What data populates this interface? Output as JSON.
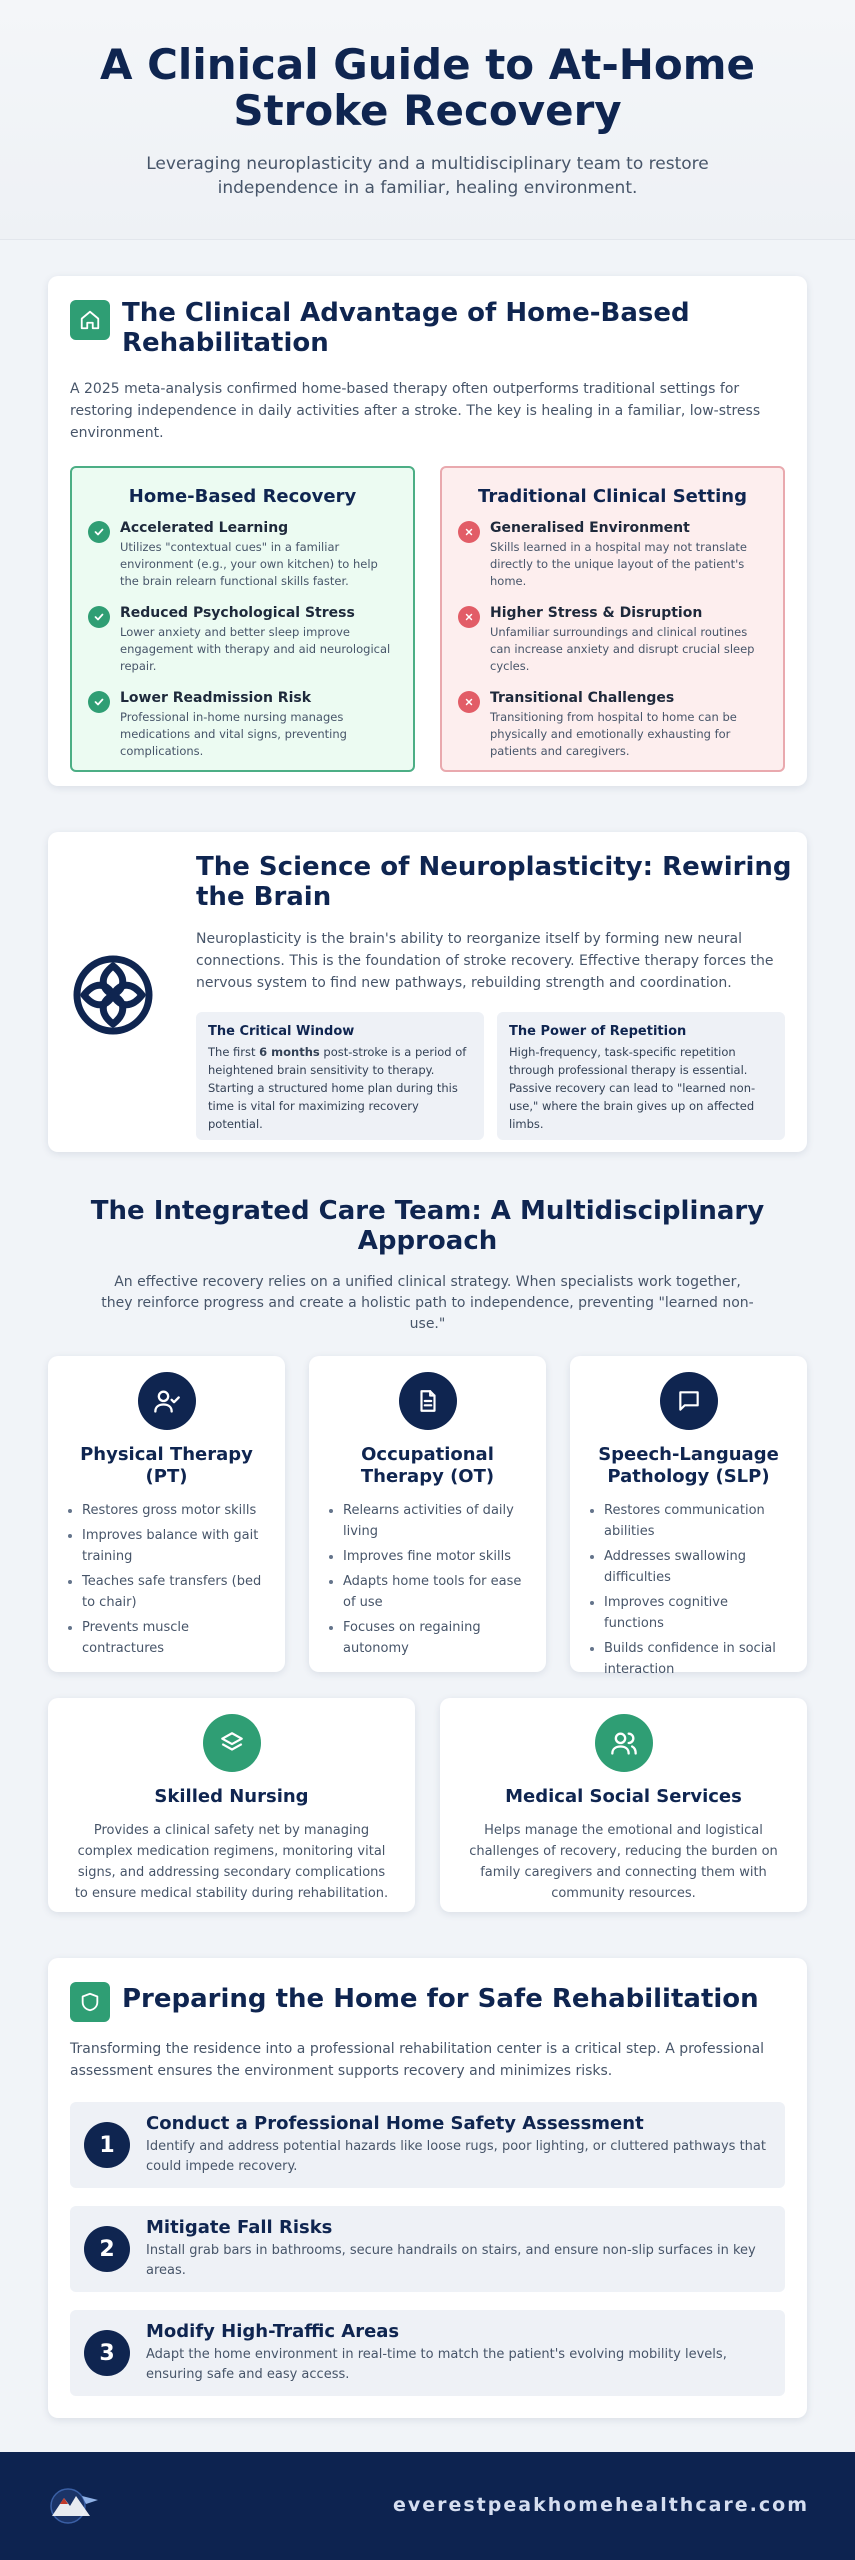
{
  "hero": {
    "title": "A Clinical Guide to At-Home Stroke Recovery",
    "subtitle": "Leveraging neuroplasticity and a multidisciplinary team to restore independence in a familiar, healing environment."
  },
  "advantage": {
    "icon": "home-icon",
    "title": "The Clinical Advantage of Home-Based Rehabilitation",
    "intro": "A 2025 meta-analysis confirmed home-based therapy often outperforms traditional settings for restoring independence in daily activities after a stroke. The key is healing in a familiar, low-stress environment.",
    "home": {
      "title": "Home-Based Recovery",
      "points": [
        {
          "title": "Accelerated Learning",
          "desc": "Utilizes \"contextual cues\" in a familiar environment (e.g., your own kitchen) to help the brain relearn functional skills faster."
        },
        {
          "title": "Reduced Psychological Stress",
          "desc": "Lower anxiety and better sleep improve engagement with therapy and aid neurological repair."
        },
        {
          "title": "Lower Readmission Risk",
          "desc": "Professional in-home nursing manages medications and vital signs, preventing complications."
        }
      ]
    },
    "clinic": {
      "title": "Traditional Clinical Setting",
      "points": [
        {
          "title": "Generalised Environment",
          "desc": "Skills learned in a hospital may not translate directly to the unique layout of the patient's home."
        },
        {
          "title": "Higher Stress & Disruption",
          "desc": "Unfamiliar surroundings and clinical routines can increase anxiety and disrupt crucial sleep cycles."
        },
        {
          "title": "Transitional Challenges",
          "desc": "Transitioning from hospital to home can be physically and emotionally exhausting for patients and caregivers."
        }
      ]
    }
  },
  "neuro": {
    "icon": "brain-icon",
    "title": "The Science of Neuroplasticity: Rewiring the Brain",
    "intro": "Neuroplasticity is the brain's ability to reorganize itself by forming new neural connections. This is the foundation of stroke recovery. Effective therapy forces the nervous system to find new pathways, rebuilding strength and coordination.",
    "window": {
      "title": "The Critical Window",
      "pre": "The first ",
      "bold": "6 months",
      "post": " post-stroke is a period of heightened brain sensitivity to therapy. Starting a structured home plan during this time is vital for maximizing recovery potential."
    },
    "repetition": {
      "title": "The Power of Repetition",
      "desc": "High-frequency, task-specific repetition through professional therapy is essential. Passive recovery can lead to \"learned non-use,\" where the brain gives up on affected limbs."
    }
  },
  "team": {
    "title": "The Integrated Care Team: A Multidisciplinary Approach",
    "intro": "An effective recovery relies on a unified clinical strategy. When specialists work together, they reinforce progress and create a holistic path to independence, preventing \"learned non-use.\"",
    "pt": {
      "icon": "user-check-icon",
      "title": "Physical Therapy (PT)",
      "items": [
        "Restores gross motor skills",
        "Improves balance with gait training",
        "Teaches safe transfers (bed to chair)",
        "Prevents muscle contractures"
      ]
    },
    "ot": {
      "icon": "document-icon",
      "title": "Occupational Therapy (OT)",
      "items": [
        "Relearns activities of daily living",
        "Improves fine motor skills",
        "Adapts home tools for ease of use",
        "Focuses on regaining autonomy"
      ]
    },
    "slp": {
      "icon": "chat-bubble-icon",
      "title": "Speech-Language Pathology (SLP)",
      "items": [
        "Restores communication abilities",
        "Addresses swallowing difficulties",
        "Improves cognitive functions",
        "Builds confidence in social interaction"
      ]
    },
    "nursing": {
      "icon": "layers-icon",
      "title": "Skilled Nursing",
      "desc": "Provides a clinical safety net by managing complex medication regimens, monitoring vital signs, and addressing secondary complications to ensure medical stability during rehabilitation."
    },
    "social": {
      "icon": "users-icon",
      "title": "Medical Social Services",
      "desc": "Helps manage the emotional and logistical challenges of recovery, reducing the burden on family caregivers and connecting them with community resources."
    }
  },
  "home_prep": {
    "icon": "shield-icon",
    "title": "Preparing the Home for Safe Rehabilitation",
    "intro": "Transforming the residence into a professional rehabilitation center is a critical step. A professional assessment ensures the environment supports recovery and minimizes risks.",
    "steps": [
      {
        "num": "1",
        "title": "Conduct a Professional Home Safety Assessment",
        "desc": "Identify and address potential hazards like loose rugs, poor lighting, or cluttered pathways that could impede recovery."
      },
      {
        "num": "2",
        "title": "Mitigate Fall Risks",
        "desc": "Install grab bars in bathrooms, secure handrails on stairs, and ensure non-slip surfaces in key areas."
      },
      {
        "num": "3",
        "title": "Modify High-Traffic Areas",
        "desc": "Adapt the home environment in real-time to match the patient's evolving mobility levels, ensuring safe and easy access."
      }
    ]
  },
  "footer": {
    "logo_icon": "mountain-logo-icon",
    "site": "everestpeakhomehealthcare.com"
  },
  "colors": {
    "navy": "#0f2550",
    "green": "#2f9e74",
    "red": "#e25d67"
  }
}
